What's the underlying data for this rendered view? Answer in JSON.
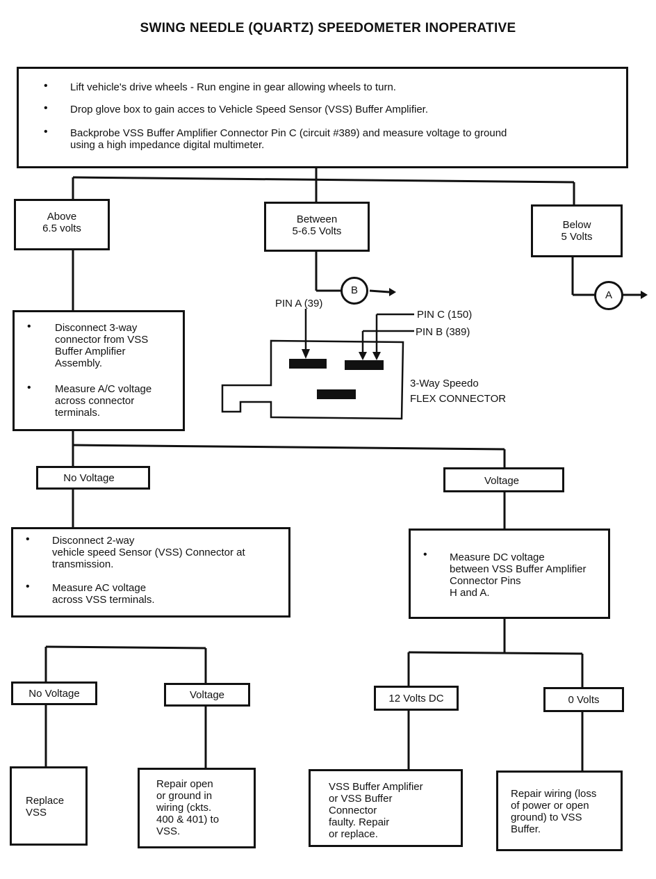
{
  "title": "SWING NEEDLE (QUARTZ) SPEEDOMETER INOPERATIVE",
  "top_steps": [
    "Lift vehicle's drive wheels - Run engine in gear allowing wheels to turn.",
    "Drop glove box to gain acces to Vehicle Speed Sensor (VSS) Buffer Amplifier.",
    "Backprobe VSS Buffer Amplifier Connector Pin C (circuit #389) and measure voltage to ground\nusing a high impedance digital multimeter."
  ],
  "branch_above": "Above\n6.5 volts",
  "branch_between": "Between\n5-6.5 Volts",
  "branch_below": "Below\n5 Volts",
  "connector_b": "B",
  "connector_a": "A",
  "connector_diagram": {
    "pin_a": "PIN A (39)",
    "pin_c": "PIN C (150)",
    "pin_b": "PIN B (389)",
    "caption": "3-Way Speedo\nFLEX CONNECTOR"
  },
  "step_disconnect3": [
    "Disconnect 3-way\nconnector from VSS\nBuffer Amplifier\nAssembly.",
    "Measure A/C voltage\nacross connector\nterminals."
  ],
  "no_voltage_1": "No Voltage",
  "voltage_1": "Voltage",
  "step_disconnect2": [
    "Disconnect 2-way\nvehicle speed Sensor (VSS) Connector at\ntransmission.",
    "Measure AC voltage\nacross VSS terminals."
  ],
  "step_measure_dc": [
    "Measure DC voltage\nbetween VSS Buffer Amplifier\nConnector Pins\nH and A."
  ],
  "no_voltage_2": "No Voltage",
  "voltage_2": "Voltage",
  "volts_12": "12 Volts DC",
  "volts_0": "0 Volts",
  "result_replace": "Replace\nVSS",
  "result_repair_open": "Repair open\nor ground in\nwiring (ckts.\n400 & 401) to\nVSS.",
  "result_buffer_faulty": "VSS Buffer Amplifier\nor VSS Buffer\nConnector\nfaulty. Repair\nor replace.",
  "result_repair_wiring": "Repair wiring (loss\nof power or open\nground) to VSS\nBuffer."
}
